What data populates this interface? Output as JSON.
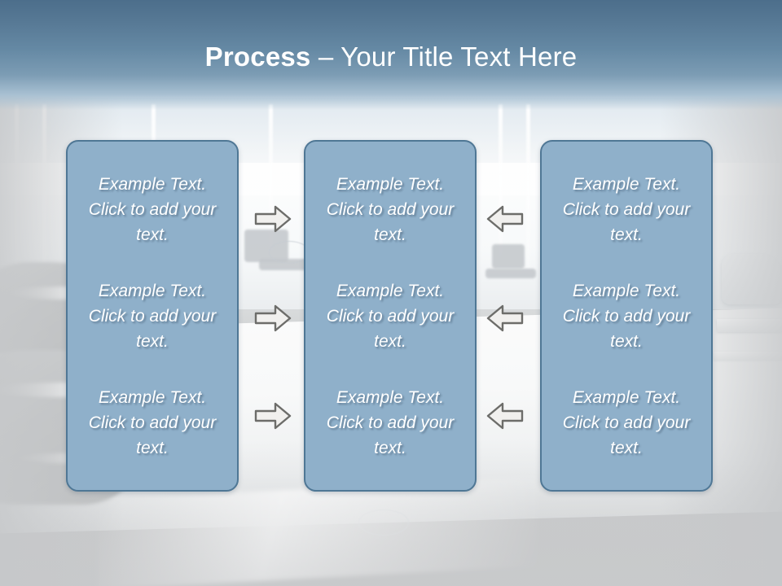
{
  "slide": {
    "title": {
      "strong": "Process",
      "light": " – Your Title Text Here"
    },
    "colors": {
      "header_top": "#4c6e8b",
      "header_bottom": "#a8c0d2",
      "panel_fill": "#8fb0ca",
      "panel_border": "#4f7795",
      "text": "#ffffff",
      "arrow_fill": "#f1f0ee",
      "arrow_border": "#6d6d6a",
      "background": "#c9cacb"
    },
    "background_image": {
      "name": "conference-room-photo",
      "description": "Washed-out photograph of an empty conference room with a long white table and chairs"
    }
  },
  "panels": [
    {
      "name": "panel-left",
      "blocks": [
        "Example Text. Click  to add your text.",
        "Example Text. Click  to add your text.",
        "Example Text. Click  to add your text."
      ]
    },
    {
      "name": "panel-center",
      "blocks": [
        "Example Text. Click  to add your text.",
        "Example Text. Click  to add your text.",
        "Example Text. Click  to add your text."
      ]
    },
    {
      "name": "panel-right",
      "blocks": [
        "Example Text. Click  to add your text.",
        "Example Text. Click  to add your text.",
        "Example Text. Click  to add your text."
      ]
    }
  ],
  "arrows": {
    "right": {
      "icon": "arrow-right-icon",
      "count": 3
    },
    "left": {
      "icon": "arrow-left-icon",
      "count": 3
    }
  }
}
